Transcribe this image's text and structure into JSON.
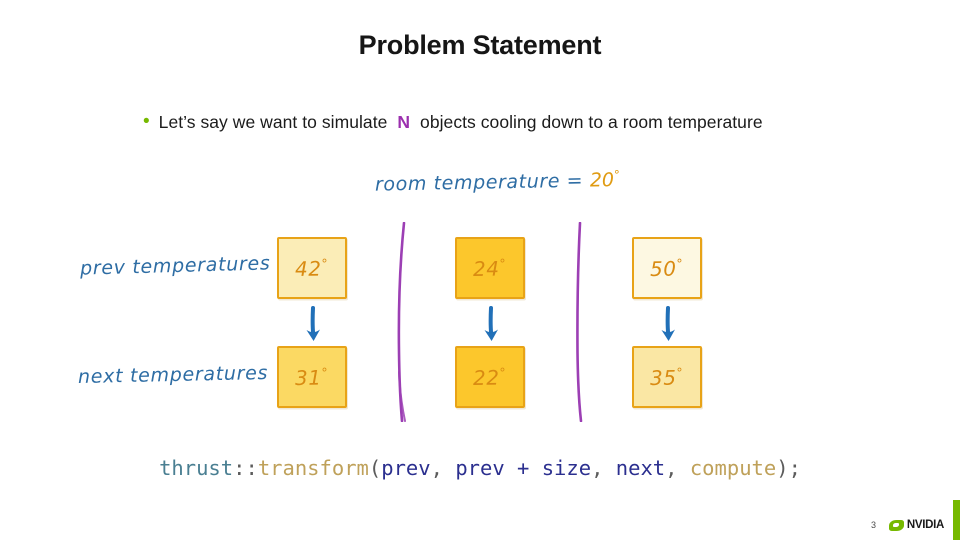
{
  "slide": {
    "title": "Problem Statement",
    "page_number": "3"
  },
  "bullet": {
    "marker": "bullet-dot",
    "marker_color": "#76b900",
    "text_before": "Let’s say we want to simulate",
    "highlight": "N",
    "highlight_color": "#9b2fae",
    "text_after": "objects cooling down to a room temperature"
  },
  "annotation": {
    "room_temperature_label": "room temperature =",
    "room_temperature_value": "20",
    "degree_symbol": "°",
    "label_color": "#2e6da4",
    "value_color": "#e09b12"
  },
  "diagram": {
    "row_labels": {
      "prev": "prev temperatures",
      "next": "next temperatures"
    },
    "arrow_color": "#2170b8",
    "separator_color": "#9c3fb4",
    "box_border_color": "#e8a317",
    "rows": [
      {
        "name": "prev",
        "boxes": [
          {
            "value": "42",
            "degree": "°",
            "fill": "#fbedb7"
          },
          {
            "value": "24",
            "degree": "°",
            "fill": "#fcc72c"
          },
          {
            "value": "50",
            "degree": "°",
            "fill": "#fdf8e2"
          }
        ]
      },
      {
        "name": "next",
        "boxes": [
          {
            "value": "31",
            "degree": "°",
            "fill": "#fbd963"
          },
          {
            "value": "22",
            "degree": "°",
            "fill": "#fcc72c"
          },
          {
            "value": "35",
            "degree": "°",
            "fill": "#fae7a4"
          }
        ]
      }
    ]
  },
  "code": {
    "tokens": [
      {
        "text": "thrust",
        "type": "ns"
      },
      {
        "text": "::",
        "type": "punct"
      },
      {
        "text": "transform",
        "type": "fn"
      },
      {
        "text": "(",
        "type": "punct"
      },
      {
        "text": "prev",
        "type": "var"
      },
      {
        "text": ", ",
        "type": "punct"
      },
      {
        "text": "prev",
        "type": "var"
      },
      {
        "text": " + ",
        "type": "op"
      },
      {
        "text": "size",
        "type": "var"
      },
      {
        "text": ", ",
        "type": "punct"
      },
      {
        "text": "next",
        "type": "var"
      },
      {
        "text": ", ",
        "type": "punct"
      },
      {
        "text": "compute",
        "type": "fn"
      },
      {
        "text": ");",
        "type": "punct"
      }
    ],
    "full_text": "thrust::transform(prev, prev + size, next, compute);"
  },
  "footer": {
    "brand": "NVIDIA",
    "brand_color": "#76b900"
  }
}
